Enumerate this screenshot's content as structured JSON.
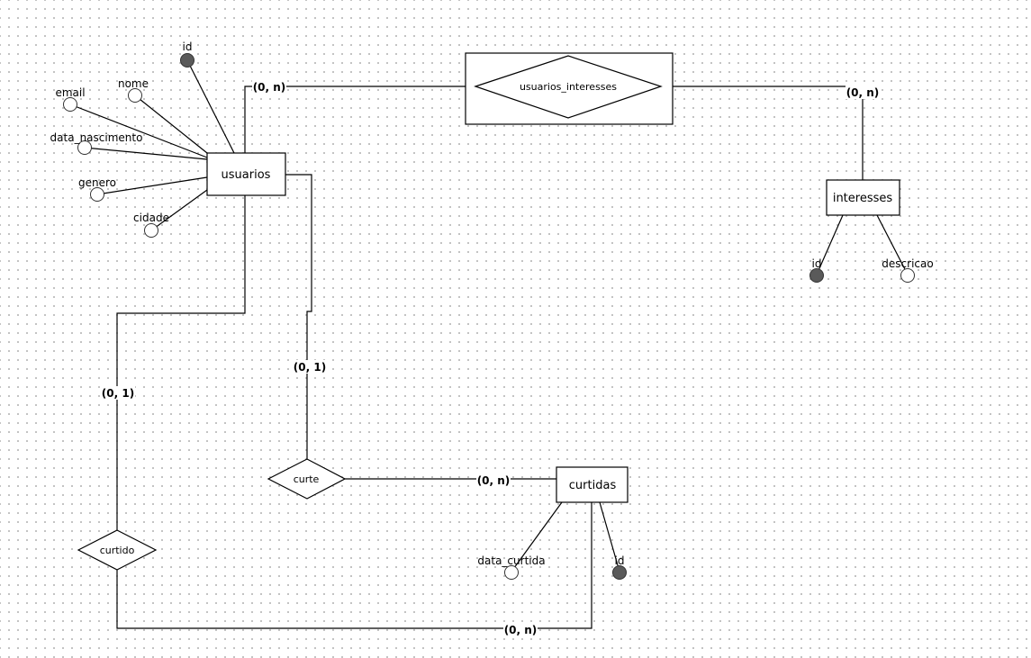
{
  "entities": {
    "usuarios": "usuarios",
    "interesses": "interesses",
    "curtidas": "curtidas"
  },
  "relationships": {
    "usuarios_interesses": "usuarios_interesses",
    "curte": "curte",
    "curtido": "curtido"
  },
  "attributes": {
    "usuarios": {
      "id": "id",
      "nome": "nome",
      "email": "email",
      "data_nascimento": "data_nascimento",
      "genero": "genero",
      "cidade": "cidade"
    },
    "interesses": {
      "id": "id",
      "descricao": "descricao"
    },
    "curtidas": {
      "data_curtida": "data_curtida",
      "id": "id"
    }
  },
  "cardinalities": {
    "usuarios_to_usuarios_interesses": "(0, n)",
    "interesses_to_usuarios_interesses": "(0, n)",
    "usuarios_to_curte": "(0, 1)",
    "curtidas_to_curte": "(0, n)",
    "usuarios_to_curtido": "(0, 1)",
    "curtidas_to_curtido": "(0, n)"
  },
  "key_attributes": [
    "usuarios.id",
    "interesses.id",
    "curtidas.id"
  ],
  "colors": {
    "line": "#000000",
    "key_attribute_fill": "#5a5a5a",
    "grid_dot": "#b4b4b4"
  }
}
